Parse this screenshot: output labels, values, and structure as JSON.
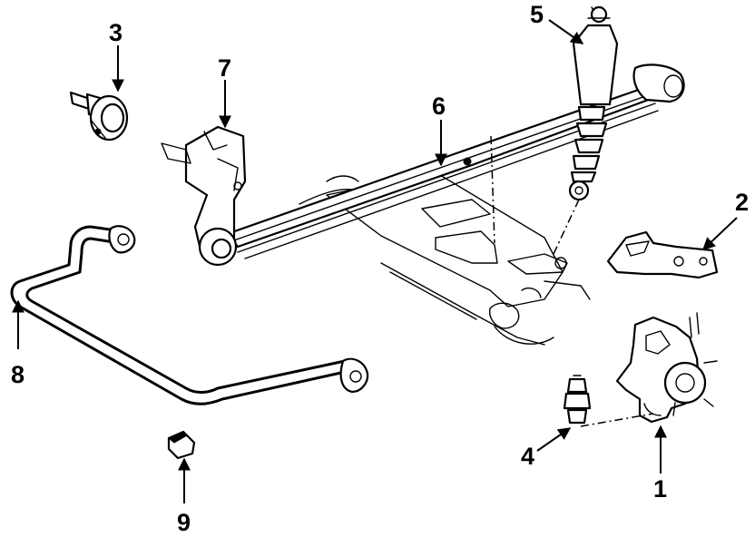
{
  "callouts": {
    "c1": "1",
    "c2": "2",
    "c3": "3",
    "c4": "4",
    "c5": "5",
    "c6": "6",
    "c7": "7",
    "c8": "8",
    "c9": "9"
  },
  "colors": {
    "ink": "#000000",
    "paper": "#ffffff"
  },
  "icons": [
    "arrowhead-icon"
  ]
}
